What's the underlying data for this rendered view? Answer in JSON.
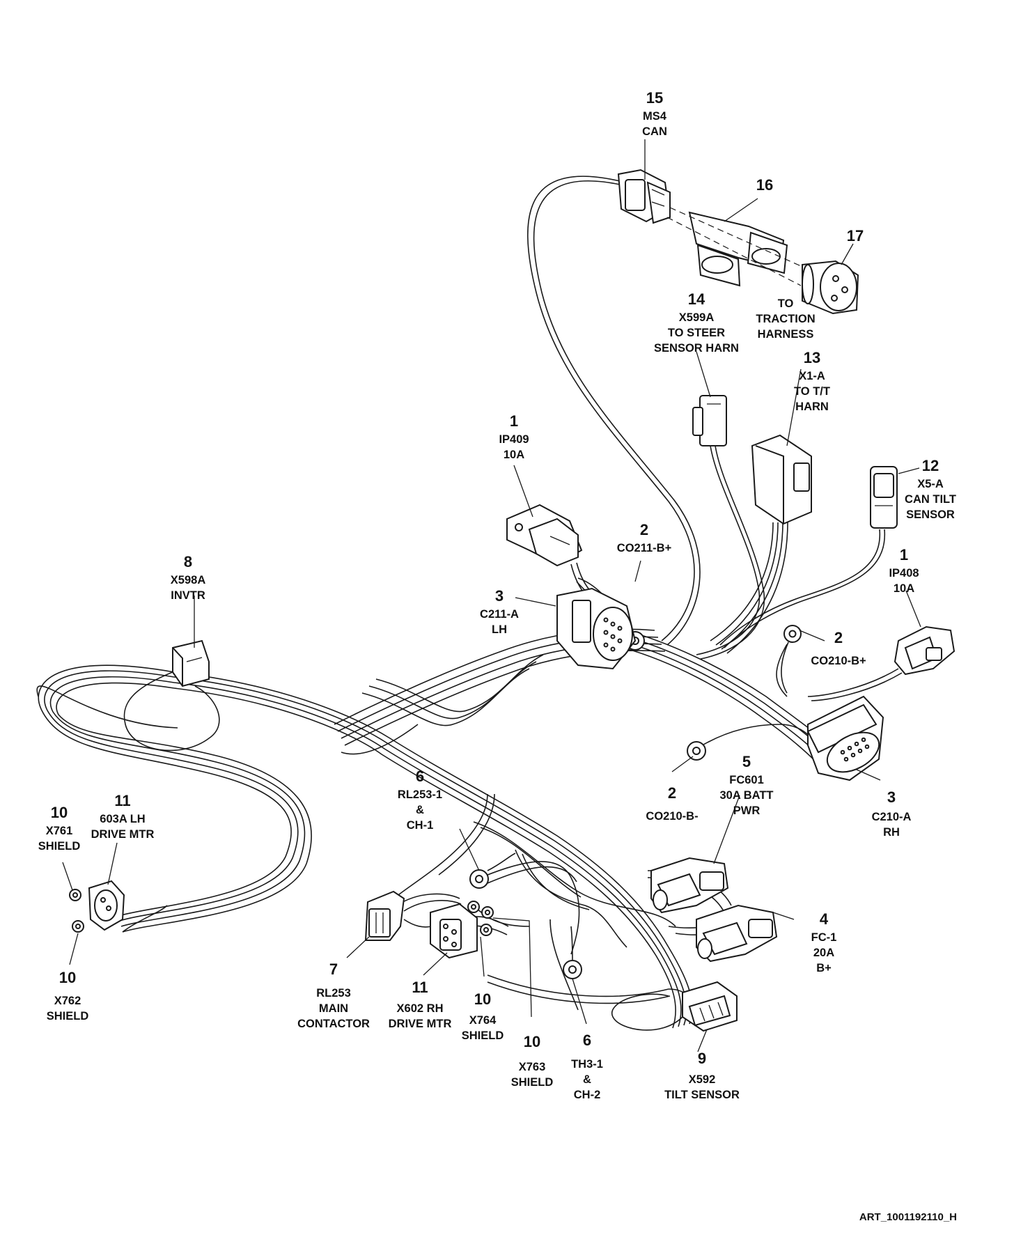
{
  "callouts": [
    {
      "id": "c15",
      "num": "15",
      "lines": [
        "MS4",
        "CAN"
      ]
    },
    {
      "id": "c16",
      "num": "16",
      "lines": []
    },
    {
      "id": "c17",
      "num": "17",
      "lines": []
    },
    {
      "id": "c14",
      "num": "14",
      "lines": [
        "X599A",
        "TO STEER",
        "SENSOR HARN"
      ]
    },
    {
      "id": "cto",
      "num": "",
      "lines": [
        "TO",
        "TRACTION",
        "HARNESS"
      ]
    },
    {
      "id": "c13",
      "num": "13",
      "lines": [
        "X1-A",
        "TO T/T",
        "HARN"
      ]
    },
    {
      "id": "c1a",
      "num": "1",
      "lines": [
        "IP409",
        "10A"
      ]
    },
    {
      "id": "c12",
      "num": "12",
      "lines": [
        "X5-A",
        "CAN TILT",
        "SENSOR"
      ]
    },
    {
      "id": "c2a",
      "num": "2",
      "lines": [
        "CO211-B+"
      ]
    },
    {
      "id": "c1b",
      "num": "1",
      "lines": [
        "IP408",
        "10A"
      ]
    },
    {
      "id": "c8",
      "num": "8",
      "lines": [
        "X598A",
        "INVTR"
      ]
    },
    {
      "id": "c3a",
      "num": "3",
      "lines": [
        "C211-A",
        "LH"
      ]
    },
    {
      "id": "c2b",
      "num": "2",
      "lines": [
        "CO210-B+"
      ]
    },
    {
      "id": "c5",
      "num": "5",
      "lines": [
        "FC601",
        "30A BATT",
        "PWR"
      ]
    },
    {
      "id": "c2c",
      "num": "2",
      "lines": [
        "CO210-B-"
      ]
    },
    {
      "id": "c3b",
      "num": "3",
      "lines": [
        "C210-A",
        "RH"
      ]
    },
    {
      "id": "c6a",
      "num": "6",
      "lines": [
        "RL253-1",
        "&",
        "CH-1"
      ]
    },
    {
      "id": "c10a",
      "num": "10",
      "lines": [
        "X761",
        "SHIELD"
      ]
    },
    {
      "id": "c11a",
      "num": "11",
      "lines": [
        "603A LH",
        "DRIVE MTR"
      ]
    },
    {
      "id": "c4",
      "num": "4",
      "lines": [
        "FC-1",
        "20A",
        "B+"
      ]
    },
    {
      "id": "c10b",
      "num": "10",
      "lines": [
        "X762",
        "SHIELD"
      ]
    },
    {
      "id": "c7",
      "num": "7",
      "lines": [
        "RL253",
        "MAIN",
        "CONTACTOR"
      ]
    },
    {
      "id": "c11b",
      "num": "11",
      "lines": [
        "X602 RH",
        "DRIVE MTR"
      ]
    },
    {
      "id": "c10c",
      "num": "10",
      "lines": [
        "X764",
        "SHIELD"
      ]
    },
    {
      "id": "c10d",
      "num": "10",
      "lines": [
        "X763",
        "SHIELD"
      ]
    },
    {
      "id": "c6b",
      "num": "6",
      "lines": [
        "TH3-1",
        "&",
        "CH-2"
      ]
    },
    {
      "id": "c9",
      "num": "9",
      "lines": [
        "X592",
        "TILT SENSOR"
      ]
    }
  ],
  "art_id": "ART_1001192110_H"
}
